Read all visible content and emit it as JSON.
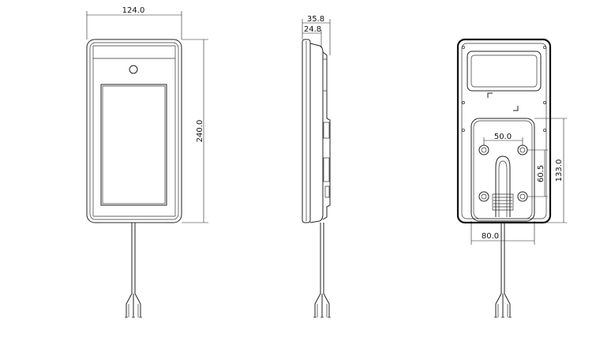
{
  "front_view": {
    "width_label": "124.0",
    "height_label": "240.0"
  },
  "side_view": {
    "depth_label": "35.8",
    "inner_depth_label": "24.8"
  },
  "back_view": {
    "hole_spacing_x_label": "50.0",
    "hole_spacing_y_label": "60.5",
    "plate_height_label": "133.0",
    "plate_width_label": "80.0"
  },
  "colors": {
    "line": "#222222",
    "background": "#ffffff"
  }
}
